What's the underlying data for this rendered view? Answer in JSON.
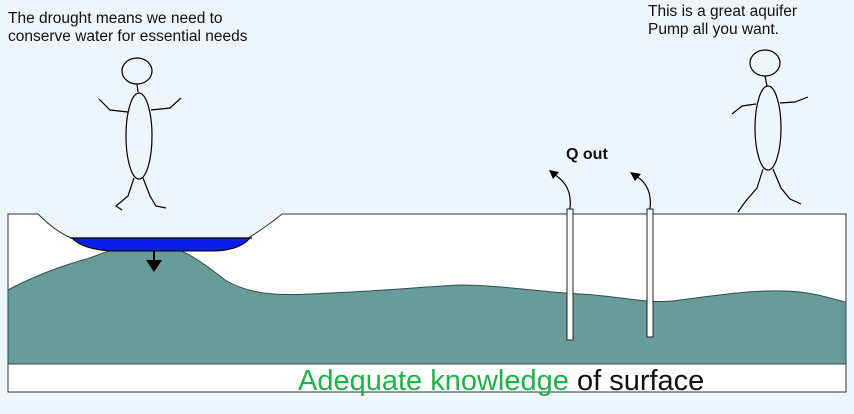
{
  "speech_left": {
    "line1": "The drought means we need to",
    "line2": "conserve water for essential needs"
  },
  "speech_right": {
    "line1": "This is a great aquifer",
    "line2": "Pump all you want."
  },
  "well_label": "Q out",
  "caption": {
    "highlight": "Adequate knowledge",
    "rest": " of surface"
  },
  "colors": {
    "aquifer": "#699b9a",
    "surface_water": "#0d1ee8",
    "caption_highlight": "#22b04b",
    "background": "#eef5fb"
  }
}
